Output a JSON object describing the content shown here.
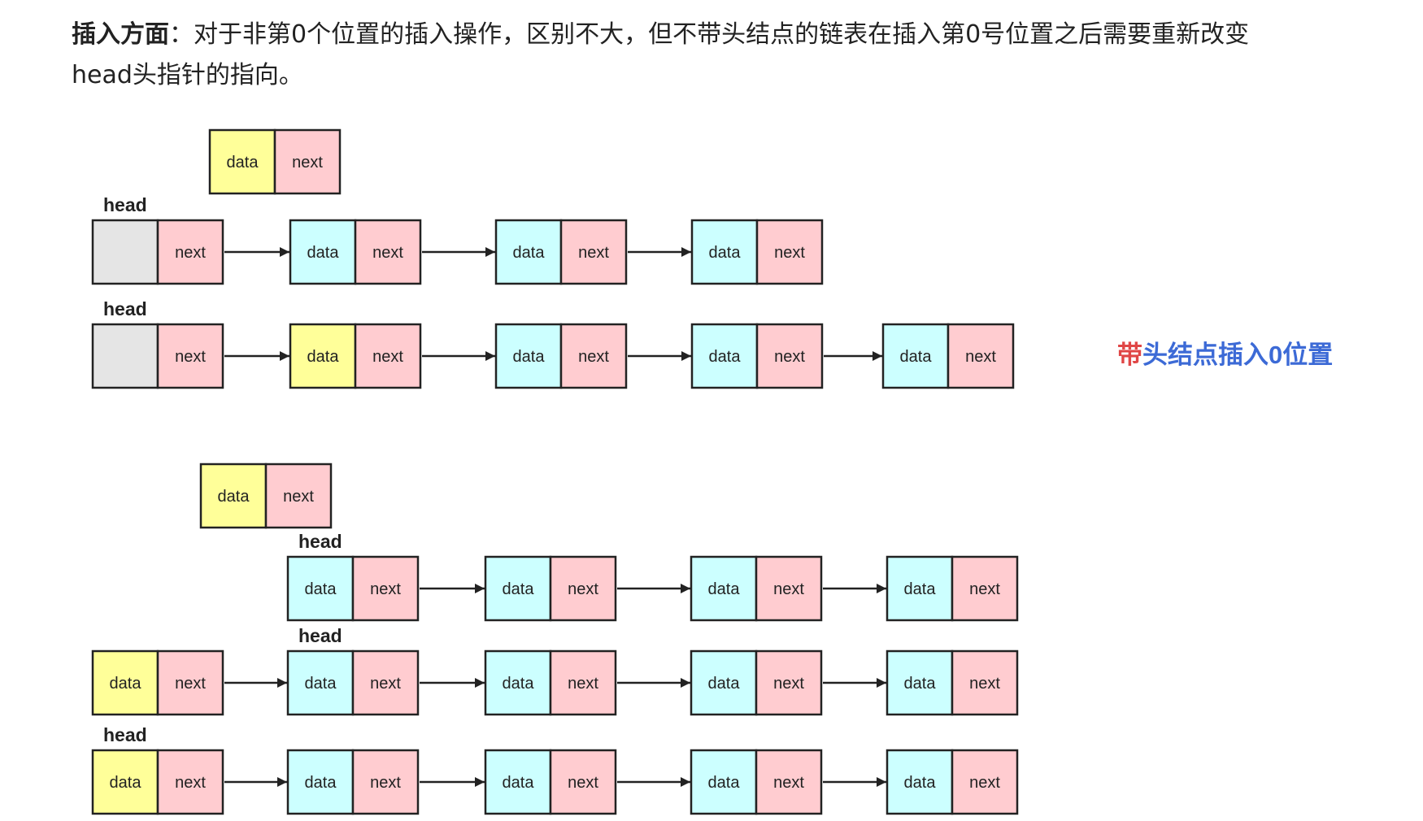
{
  "paragraph": {
    "bold": "插入方面",
    "line1": "：对于非第0个位置的插入操作，区别不大，但不带头结点的链表在插入第0号位置之后需要重新改变",
    "line2": "head头指针的指向。"
  },
  "labels": {
    "head": "head",
    "data": "data",
    "next": "next"
  },
  "side_label": {
    "red": "带",
    "blue": "头结点插入0位置"
  },
  "colors": {
    "yellow": "#ffff99",
    "cyan": "#ccffff",
    "pink": "#ffccd0",
    "gray": "#e5e5e5",
    "stroke": "#222222",
    "side_red": "#e04646",
    "side_blue": "#3c6ad6"
  }
}
